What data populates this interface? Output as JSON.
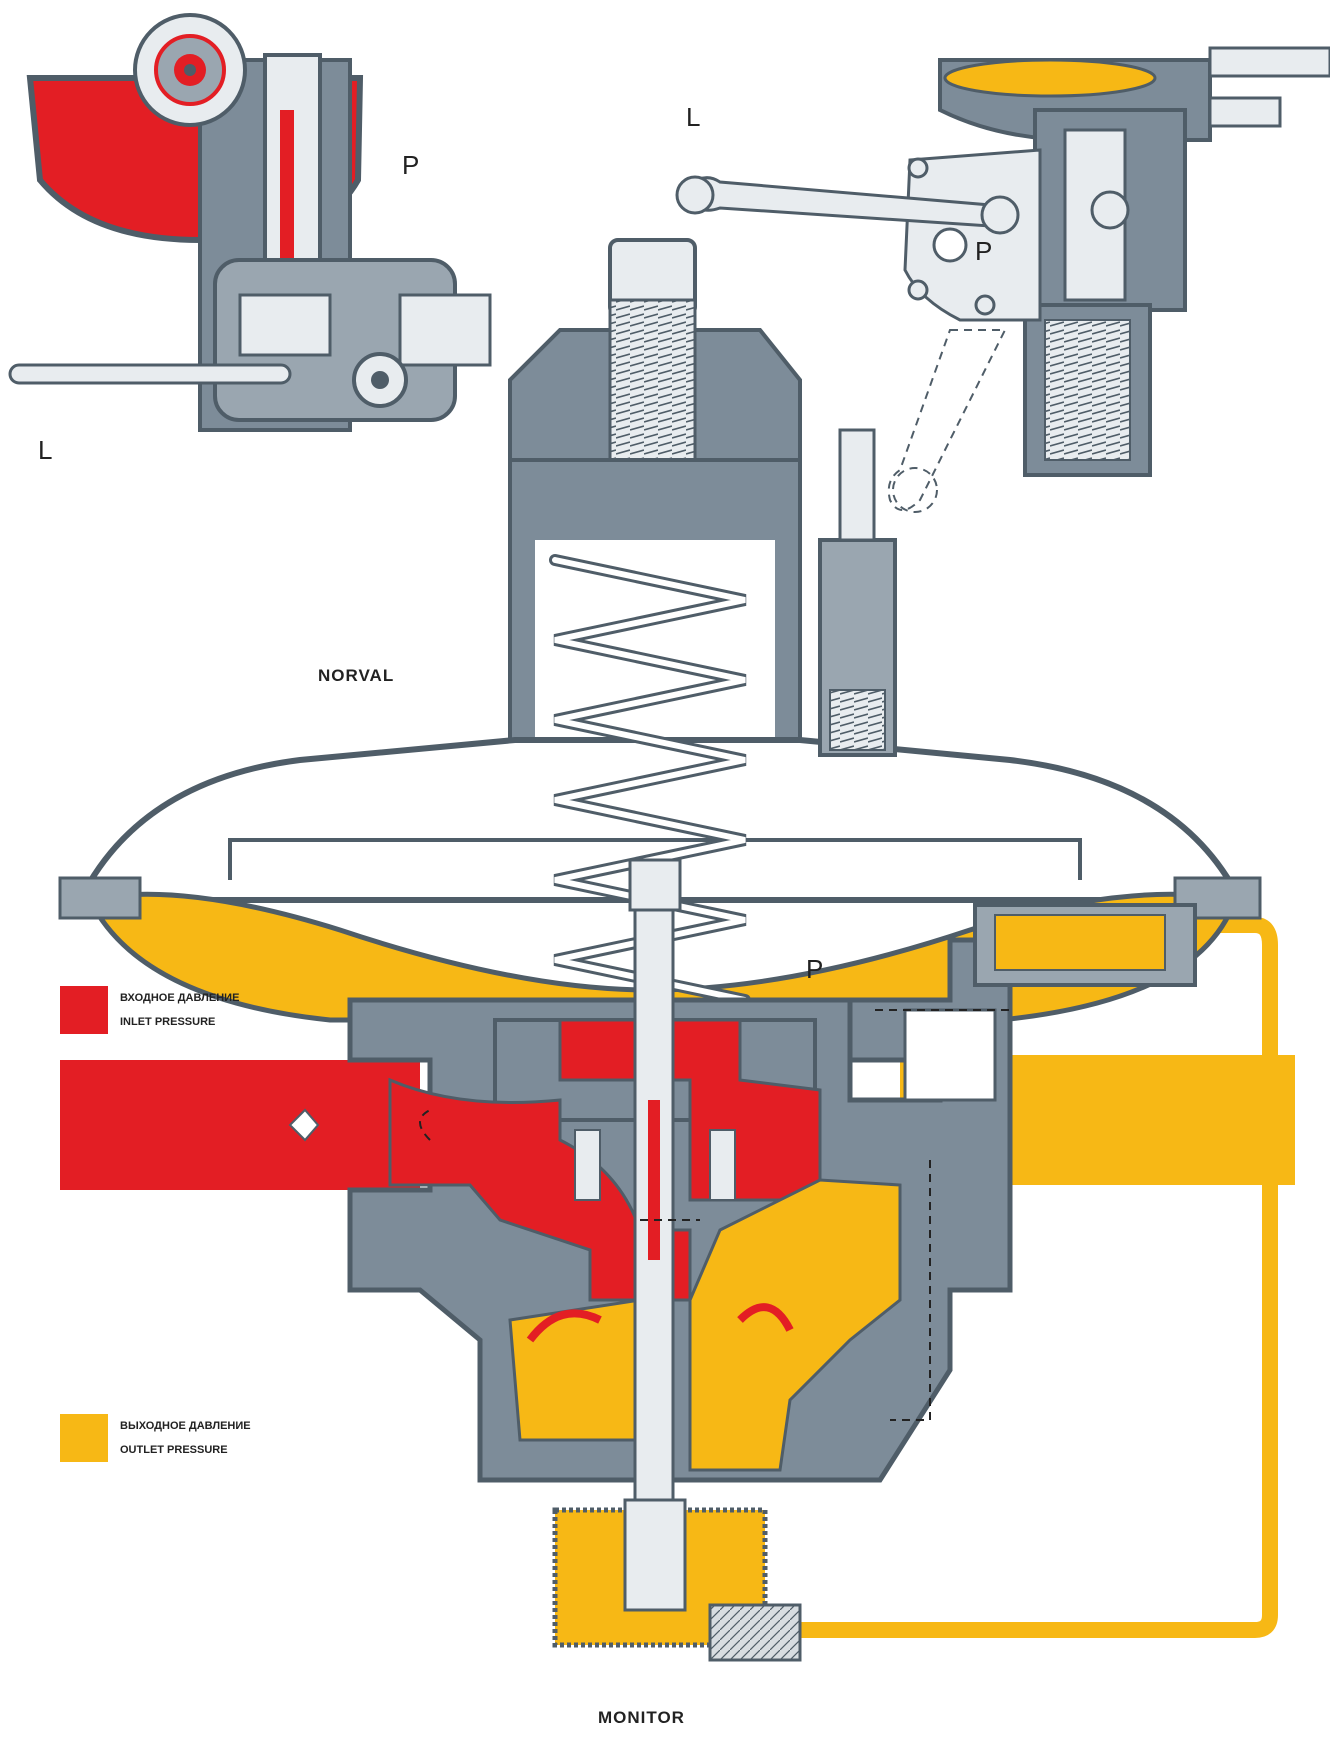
{
  "labels": {
    "norval": "NORVAL",
    "monitor": "MONITOR",
    "callout_p_top_left": "P",
    "callout_l_top_left": "L",
    "callout_l_top_right": "L",
    "callout_p_top_right": "P",
    "callout_p_body": "P"
  },
  "legend": [
    {
      "ru": "ВХОДНОЕ ДАВЛЕНИЕ",
      "en": "INLET PRESSURE",
      "color": "#e31e24"
    },
    {
      "ru": "ВЫХОДНОЕ ДАВЛЕНИЕ",
      "en": "OUTLET PRESSURE",
      "color": "#f7b815"
    }
  ],
  "colors": {
    "inlet": "#e31e24",
    "outlet": "#f7b815",
    "body": "#7d8c99",
    "body_dark": "#4f5d68",
    "paper": "#ffffff"
  }
}
